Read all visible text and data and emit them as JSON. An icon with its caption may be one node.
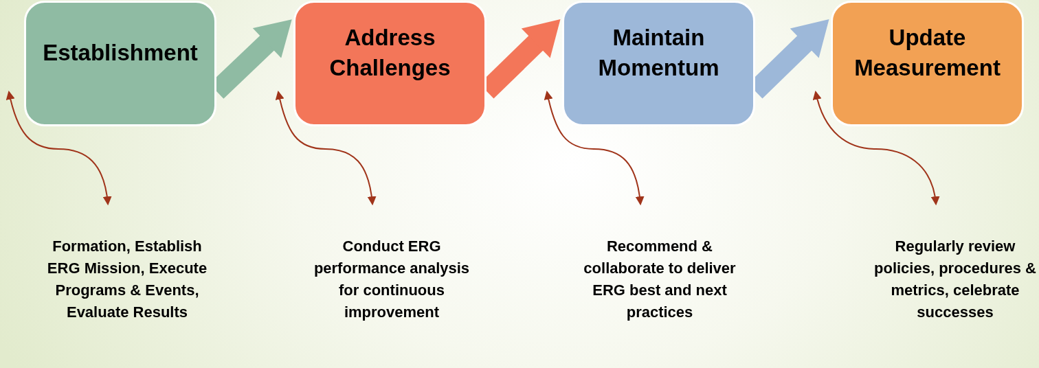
{
  "diagram": {
    "nodes": [
      {
        "text": [
          "Establishment"
        ]
      },
      {
        "text": [
          "Address Challenges"
        ]
      },
      {
        "text": [
          "Maintain Momentum"
        ]
      },
      {
        "text": [
          "Update Measurement"
        ]
      },
      {
        "text": [
          "Formation, Establish ERG Mission, Execute Programs & Events, Evaluate Results"
        ]
      },
      {
        "text": [
          "Conduct ERG performance analysis for continuous improvement"
        ]
      },
      {
        "text": [
          "Recommend & collaborate to deliver ERG best and next practices"
        ]
      },
      {
        "text": [
          "Regularly review policies, procedures & metrics, celebrate successes"
        ]
      }
    ],
    "edges": [
      {
        "from": 0,
        "to": 1,
        "arrow": "to",
        "style": "thick",
        "color": "#8fbba3"
      },
      {
        "from": 1,
        "to": 2,
        "arrow": "to",
        "style": "thick",
        "color": "#f37659"
      },
      {
        "from": 2,
        "to": 3,
        "arrow": "to",
        "style": "thick",
        "color": "#9db8d9"
      },
      {
        "from": 0,
        "to": 4,
        "arrow": "both"
      },
      {
        "from": 1,
        "to": 5,
        "arrow": "both"
      },
      {
        "from": 2,
        "to": 6,
        "arrow": "both"
      },
      {
        "from": 3,
        "to": 7,
        "arrow": "both"
      }
    ]
  }
}
